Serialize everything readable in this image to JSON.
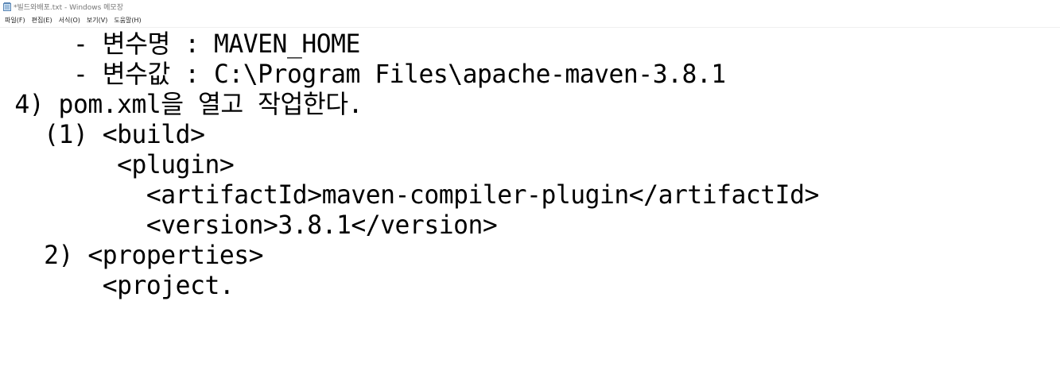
{
  "window": {
    "title": "*빌드와배포.txt - Windows 메모장"
  },
  "menu": {
    "items": [
      "파일(F)",
      "편집(E)",
      "서식(O)",
      "보기(V)",
      "도움말(H)"
    ]
  },
  "editor": {
    "lines": [
      "     - 변수명 : MAVEN_HOME",
      "     - 변수값 : C:\\Program Files\\apache-maven-3.8.1",
      " 4) pom.xml을 열고 작업한다.",
      "   (1) <build>",
      "        <plugin>",
      "          <artifactId>maven-compiler-plugin</artifactId>",
      "          <version>3.8.1</version>",
      "   2) <properties>",
      "       <project."
    ]
  }
}
